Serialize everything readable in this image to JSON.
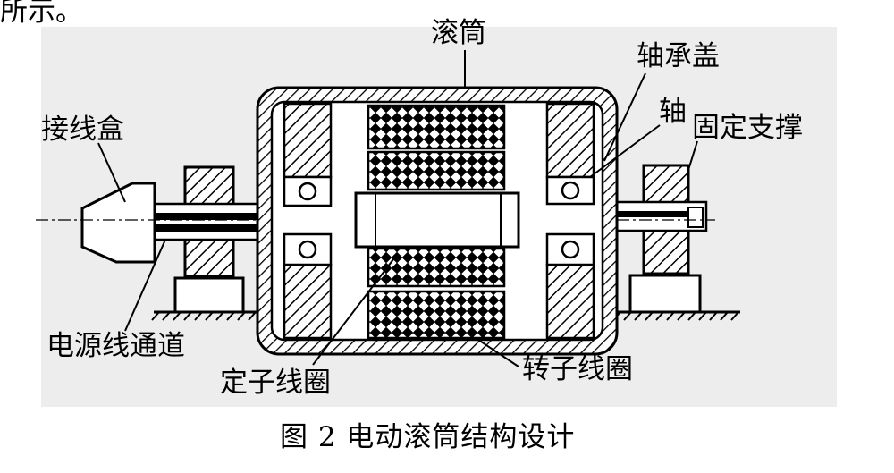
{
  "page": {
    "top_fragment": "所示。",
    "caption": "图 2 电动滚筒结构设计"
  },
  "labels": {
    "drum": "滚筒",
    "bearing_cover": "轴承盖",
    "shaft": "轴",
    "fixed_support": "固定支撑",
    "junction_box": "接线盒",
    "cable_channel": "电源线通道",
    "stator_coil": "定子线圈",
    "rotor_coil": "转子线圈"
  }
}
